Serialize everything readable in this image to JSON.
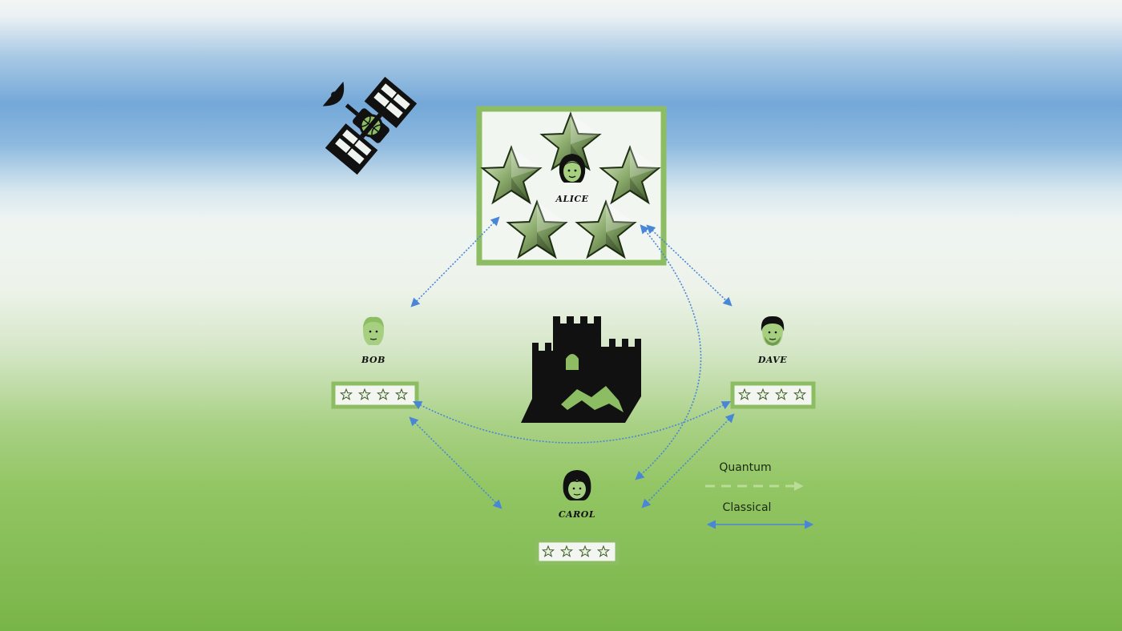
{
  "nodes": {
    "alice": {
      "name": "ALICE"
    },
    "bob": {
      "name": "BOB"
    },
    "dave": {
      "name": "DAVE"
    },
    "carol": {
      "name": "CAROL"
    }
  },
  "legend": {
    "quantum": "Quantum",
    "classical": "Classical"
  },
  "icons": {
    "satellite": "satellite-icon",
    "castle": "castle-icon",
    "star": "star-icon",
    "face": "face-icon"
  },
  "colors": {
    "accent_green": "#8dbd63",
    "link_blue": "#4a86d8",
    "star_dark": "#3f5a2a",
    "icon_black": "#111111"
  }
}
